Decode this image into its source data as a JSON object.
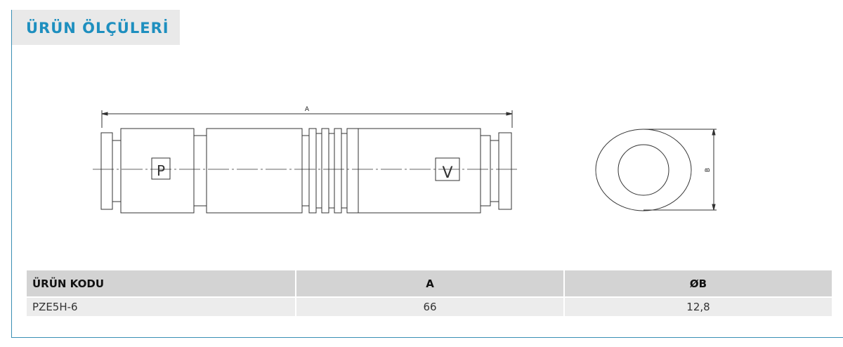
{
  "header": {
    "title": "ÜRÜN ÖLÇÜLERİ"
  },
  "drawing": {
    "dimension_a_label": "A",
    "dimension_b_label": "B",
    "left_port_label": "P",
    "right_port_label": "V"
  },
  "table": {
    "headers": [
      "ÜRÜN KODU",
      "A",
      "ØB"
    ],
    "rows": [
      [
        "PZE5H-6",
        "66",
        "12,8"
      ]
    ]
  }
}
